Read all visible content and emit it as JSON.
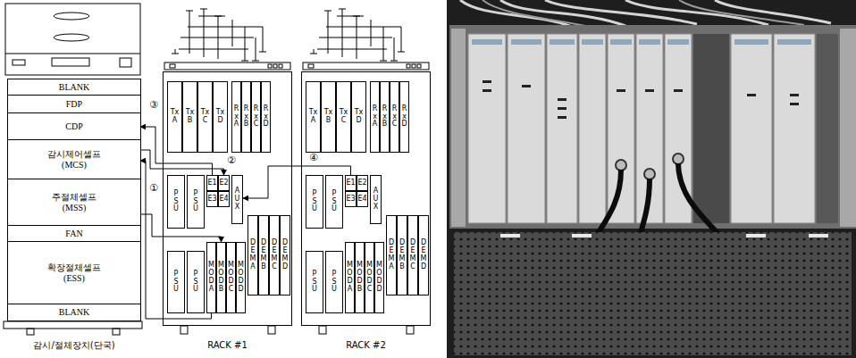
{
  "diagram": {
    "nodes": [
      {
        "text": [
          "감시/절체장치(단국)"
        ]
      },
      {
        "text": [
          "BLANK"
        ],
        "in": 0
      },
      {
        "text": [
          "FDP"
        ],
        "in": 0
      },
      {
        "text": [
          "CDP"
        ],
        "in": 0
      },
      {
        "text": [
          "감시제어셀프 (MCS)"
        ],
        "in": 0
      },
      {
        "text": [
          "주절체셀프 (MSS)"
        ],
        "in": 0
      },
      {
        "text": [
          "FAN"
        ],
        "in": 0
      },
      {
        "text": [
          "확장절체셀프 (ESS)"
        ],
        "in": 0
      },
      {
        "text": [
          "BLANK"
        ],
        "in": 0
      },
      {
        "text": [
          "RACK #1"
        ]
      },
      {
        "text": [
          "Tx A"
        ],
        "in": 9
      },
      {
        "text": [
          "Tx B"
        ],
        "in": 9
      },
      {
        "text": [
          "Tx C"
        ],
        "in": 9
      },
      {
        "text": [
          "Tx D"
        ],
        "in": 9
      },
      {
        "text": [
          "Rx A"
        ],
        "in": 9
      },
      {
        "text": [
          "Rx B"
        ],
        "in": 9
      },
      {
        "text": [
          "Rx C"
        ],
        "in": 9
      },
      {
        "text": [
          "Rx D"
        ],
        "in": 9
      },
      {
        "text": [
          "PSU"
        ],
        "in": 9
      },
      {
        "text": [
          "PSU"
        ],
        "in": 9
      },
      {
        "text": [
          "E1"
        ],
        "in": 9
      },
      {
        "text": [
          "E2"
        ],
        "in": 9
      },
      {
        "text": [
          "E3"
        ],
        "in": 9
      },
      {
        "text": [
          "E4"
        ],
        "in": 9
      },
      {
        "text": [
          "AUX"
        ],
        "in": 9
      },
      {
        "text": [
          "DEM A"
        ],
        "in": 9
      },
      {
        "text": [
          "DEM B"
        ],
        "in": 9
      },
      {
        "text": [
          "DEM C"
        ],
        "in": 9
      },
      {
        "text": [
          "DEM D"
        ],
        "in": 9
      },
      {
        "text": [
          "PSU"
        ],
        "in": 9
      },
      {
        "text": [
          "PSU"
        ],
        "in": 9
      },
      {
        "text": [
          "MOD A"
        ],
        "in": 9
      },
      {
        "text": [
          "MOD B"
        ],
        "in": 9
      },
      {
        "text": [
          "MOD C"
        ],
        "in": 9
      },
      {
        "text": [
          "MOD D"
        ],
        "in": 9
      },
      {
        "text": [
          "RACK #2"
        ]
      },
      {
        "text": [
          "Tx A"
        ],
        "in": 35
      },
      {
        "text": [
          "Tx B"
        ],
        "in": 35
      },
      {
        "text": [
          "Tx C"
        ],
        "in": 35
      },
      {
        "text": [
          "Tx D"
        ],
        "in": 35
      },
      {
        "text": [
          "Rx A"
        ],
        "in": 35
      },
      {
        "text": [
          "Rx B"
        ],
        "in": 35
      },
      {
        "text": [
          "Rx C"
        ],
        "in": 35
      },
      {
        "text": [
          "Rx D"
        ],
        "in": 35
      },
      {
        "text": [
          "PSU"
        ],
        "in": 35
      },
      {
        "text": [
          "PSU"
        ],
        "in": 35
      },
      {
        "text": [
          "E1"
        ],
        "in": 35
      },
      {
        "text": [
          "E2"
        ],
        "in": 35
      },
      {
        "text": [
          "E3"
        ],
        "in": 35
      },
      {
        "text": [
          "E4"
        ],
        "in": 35
      },
      {
        "text": [
          "AUX"
        ],
        "in": 35
      },
      {
        "text": [
          "DEM A"
        ],
        "in": 35
      },
      {
        "text": [
          "DEM B"
        ],
        "in": 35
      },
      {
        "text": [
          "DEM C"
        ],
        "in": 35
      },
      {
        "text": [
          "DEM D"
        ],
        "in": 35
      },
      {
        "text": [
          "PSU"
        ],
        "in": 35
      },
      {
        "text": [
          "PSU"
        ],
        "in": 35
      },
      {
        "text": [
          "MOD A"
        ],
        "in": 35
      },
      {
        "text": [
          "MOD B"
        ],
        "in": 35
      },
      {
        "text": [
          "MOD C"
        ],
        "in": 35
      },
      {
        "text": [
          "MOD D"
        ],
        "in": 35
      }
    ],
    "edges": [
      {
        "from": 20,
        "to": 3,
        "arrow": "to",
        "label": "③"
      },
      {
        "from": 4,
        "to": 21,
        "arrow": "to",
        "label": "②"
      },
      {
        "from": 31,
        "to": 4,
        "arrow": "to",
        "label": "①"
      },
      {
        "from": 5,
        "to": 32,
        "arrow": "to"
      },
      {
        "from": 46,
        "to": 24,
        "arrow": "to",
        "label": "④"
      }
    ]
  }
}
